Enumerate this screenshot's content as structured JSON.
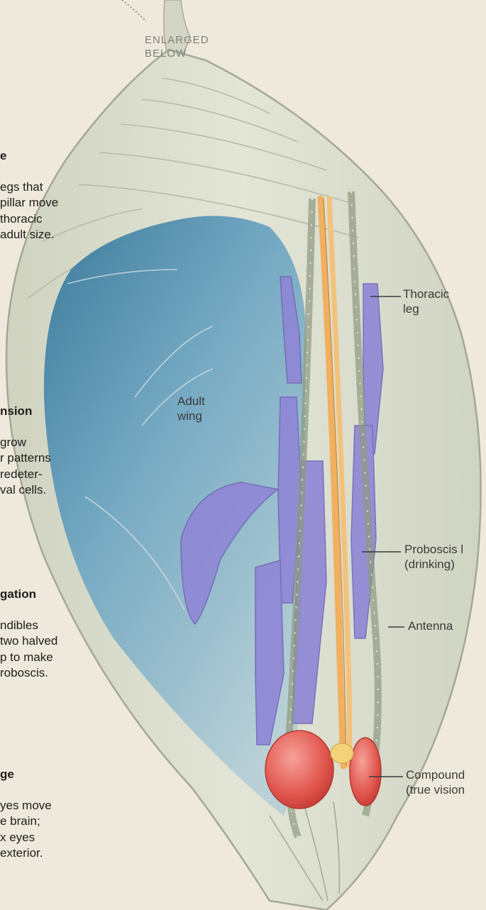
{
  "enlarged_note": {
    "line1": "ENLARGED",
    "line2": "BELOW"
  },
  "sections": [
    {
      "heading": "e",
      "body": "egs that\npillar move\n thoracic\n adult size."
    },
    {
      "heading": "nsion",
      "body": "grow\nr patterns\nredeter-\nval cells."
    },
    {
      "heading": "gation",
      "body": "ndibles\ntwo halved\np to make\nroboscis."
    },
    {
      "heading": "ge",
      "body": "yes move\ne brain;\nx eyes\nexterior."
    }
  ],
  "labels": {
    "thoracic_leg": "Thoracic\nleg",
    "adult_wing": "Adult\nwing",
    "proboscis": "Proboscis l\n(drinking)",
    "antenna": "Antenna",
    "compound_eye": "Compound\n(true vision"
  },
  "colors": {
    "background": "#efe9dd",
    "pupa_shell": "#d9dccb",
    "wing": "#4d8fb0",
    "legs": "#8f86d6",
    "proboscis": "#f0b060",
    "eye": "#e1564f",
    "text": "#1d1d1b"
  }
}
